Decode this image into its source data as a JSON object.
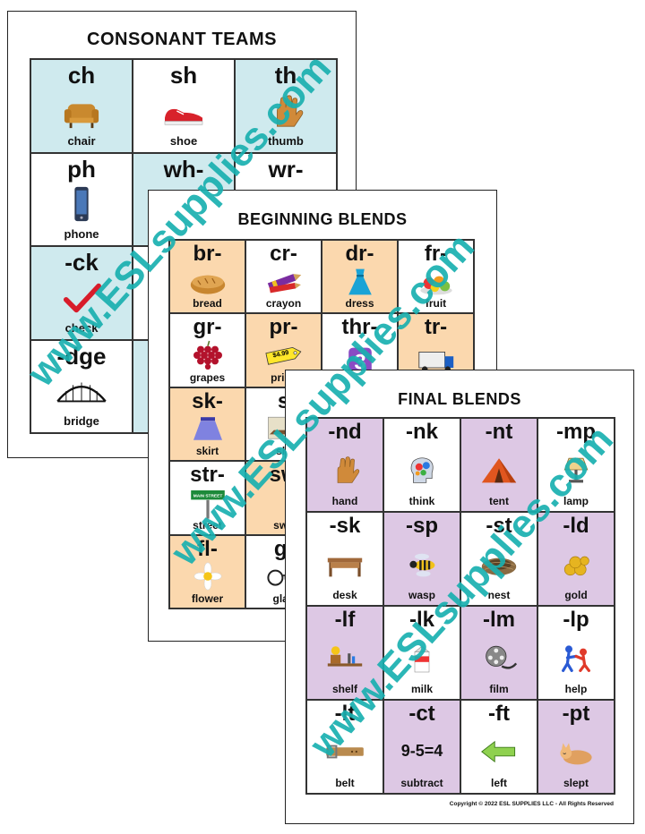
{
  "sheets": {
    "consonant": {
      "title": "CONSONANT TEAMS",
      "cells": [
        {
          "pattern": "ch",
          "word": "chair",
          "shade": true,
          "icon": "chair-icon"
        },
        {
          "pattern": "sh",
          "word": "shoe",
          "shade": false,
          "icon": "shoe-icon"
        },
        {
          "pattern": "th",
          "word": "thumb",
          "shade": true,
          "icon": "hand-icon"
        },
        {
          "pattern": "ph",
          "word": "phone",
          "shade": false,
          "icon": "phone-icon"
        },
        {
          "pattern": "wh-",
          "word": "",
          "shade": true,
          "icon": ""
        },
        {
          "pattern": "wr-",
          "word": "",
          "shade": false,
          "icon": ""
        },
        {
          "pattern": "-ck",
          "word": "check",
          "shade": true,
          "icon": "checkmark-icon"
        },
        {
          "pattern": "",
          "word": "",
          "shade": false,
          "icon": ""
        },
        {
          "pattern": "",
          "word": "",
          "shade": true,
          "icon": ""
        },
        {
          "pattern": "-dge",
          "word": "bridge",
          "shade": false,
          "icon": "bridge-icon"
        },
        {
          "pattern": "",
          "word": "",
          "shade": true,
          "icon": ""
        },
        {
          "pattern": "",
          "word": "",
          "shade": false,
          "icon": ""
        }
      ]
    },
    "beginning": {
      "title": "BEGINNING BLENDS",
      "cells": [
        {
          "pattern": "br-",
          "word": "bread",
          "shade": true,
          "icon": "bread-icon"
        },
        {
          "pattern": "cr-",
          "word": "crayon",
          "shade": false,
          "icon": "crayon-icon"
        },
        {
          "pattern": "dr-",
          "word": "dress",
          "shade": true,
          "icon": "dress-icon"
        },
        {
          "pattern": "fr-",
          "word": "fruit",
          "shade": false,
          "icon": "fruit-icon"
        },
        {
          "pattern": "gr-",
          "word": "grapes",
          "shade": false,
          "icon": "grapes-icon"
        },
        {
          "pattern": "pr-",
          "word": "price",
          "shade": true,
          "icon": "price-tag-icon",
          "tag": "$4.99"
        },
        {
          "pattern": "thr-",
          "word": "",
          "shade": false,
          "icon": "number-three-icon"
        },
        {
          "pattern": "tr-",
          "word": "",
          "shade": true,
          "icon": "truck-icon"
        },
        {
          "pattern": "sk-",
          "word": "skirt",
          "shade": true,
          "icon": "skirt-icon"
        },
        {
          "pattern": "s",
          "word": "sle",
          "shade": false,
          "icon": "sled-icon"
        },
        {
          "pattern": "",
          "word": "",
          "shade": true,
          "icon": ""
        },
        {
          "pattern": "",
          "word": "",
          "shade": false,
          "icon": ""
        },
        {
          "pattern": "str-",
          "word": "street",
          "shade": false,
          "icon": "street-sign-icon",
          "sign": "MAIN STREET"
        },
        {
          "pattern": "sw",
          "word": "swe",
          "shade": true,
          "icon": ""
        },
        {
          "pattern": "",
          "word": "",
          "shade": false,
          "icon": ""
        },
        {
          "pattern": "",
          "word": "",
          "shade": true,
          "icon": ""
        },
        {
          "pattern": "fl-",
          "word": "flower",
          "shade": true,
          "icon": "flower-icon"
        },
        {
          "pattern": "gl",
          "word": "glas",
          "shade": false,
          "icon": "glasses-icon"
        },
        {
          "pattern": "",
          "word": "",
          "shade": true,
          "icon": ""
        },
        {
          "pattern": "",
          "word": "",
          "shade": false,
          "icon": ""
        }
      ]
    },
    "final": {
      "title": "FINAL BLENDS",
      "copyright": "Copyright © 2022 ESL SUPPLIES LLC - All Rights Reserved",
      "cells": [
        {
          "pattern": "-nd",
          "word": "hand",
          "shade": true,
          "icon": "hand-icon"
        },
        {
          "pattern": "-nk",
          "word": "think",
          "shade": false,
          "icon": "gears-head-icon"
        },
        {
          "pattern": "-nt",
          "word": "tent",
          "shade": true,
          "icon": "tent-icon"
        },
        {
          "pattern": "-mp",
          "word": "lamp",
          "shade": false,
          "icon": "lamp-icon"
        },
        {
          "pattern": "-sk",
          "word": "desk",
          "shade": false,
          "icon": "desk-icon"
        },
        {
          "pattern": "-sp",
          "word": "wasp",
          "shade": true,
          "icon": "wasp-icon"
        },
        {
          "pattern": "-st",
          "word": "nest",
          "shade": false,
          "icon": "nest-icon"
        },
        {
          "pattern": "-ld",
          "word": "gold",
          "shade": true,
          "icon": "gold-icon"
        },
        {
          "pattern": "-lf",
          "word": "shelf",
          "shade": true,
          "icon": "shelf-icon"
        },
        {
          "pattern": "-lk",
          "word": "milk",
          "shade": false,
          "icon": "milk-icon"
        },
        {
          "pattern": "-lm",
          "word": "film",
          "shade": true,
          "icon": "film-reel-icon"
        },
        {
          "pattern": "-lp",
          "word": "help",
          "shade": false,
          "icon": "help-people-icon"
        },
        {
          "pattern": "-lt",
          "word": "belt",
          "shade": false,
          "icon": "belt-icon"
        },
        {
          "pattern": "-ct",
          "word": "subtract",
          "shade": true,
          "icon": "",
          "equation": "9-5=4"
        },
        {
          "pattern": "-ft",
          "word": "left",
          "shade": false,
          "icon": "left-arrow-icon"
        },
        {
          "pattern": "-pt",
          "word": "slept",
          "shade": true,
          "icon": "sleeping-cat-icon"
        }
      ]
    }
  },
  "watermark": "www.ESLsupplies.com",
  "colors": {
    "blue": "#cfeaee",
    "orange": "#fbd8ae",
    "purple": "#ddc8e4",
    "watermark": "#1ab0b0"
  }
}
